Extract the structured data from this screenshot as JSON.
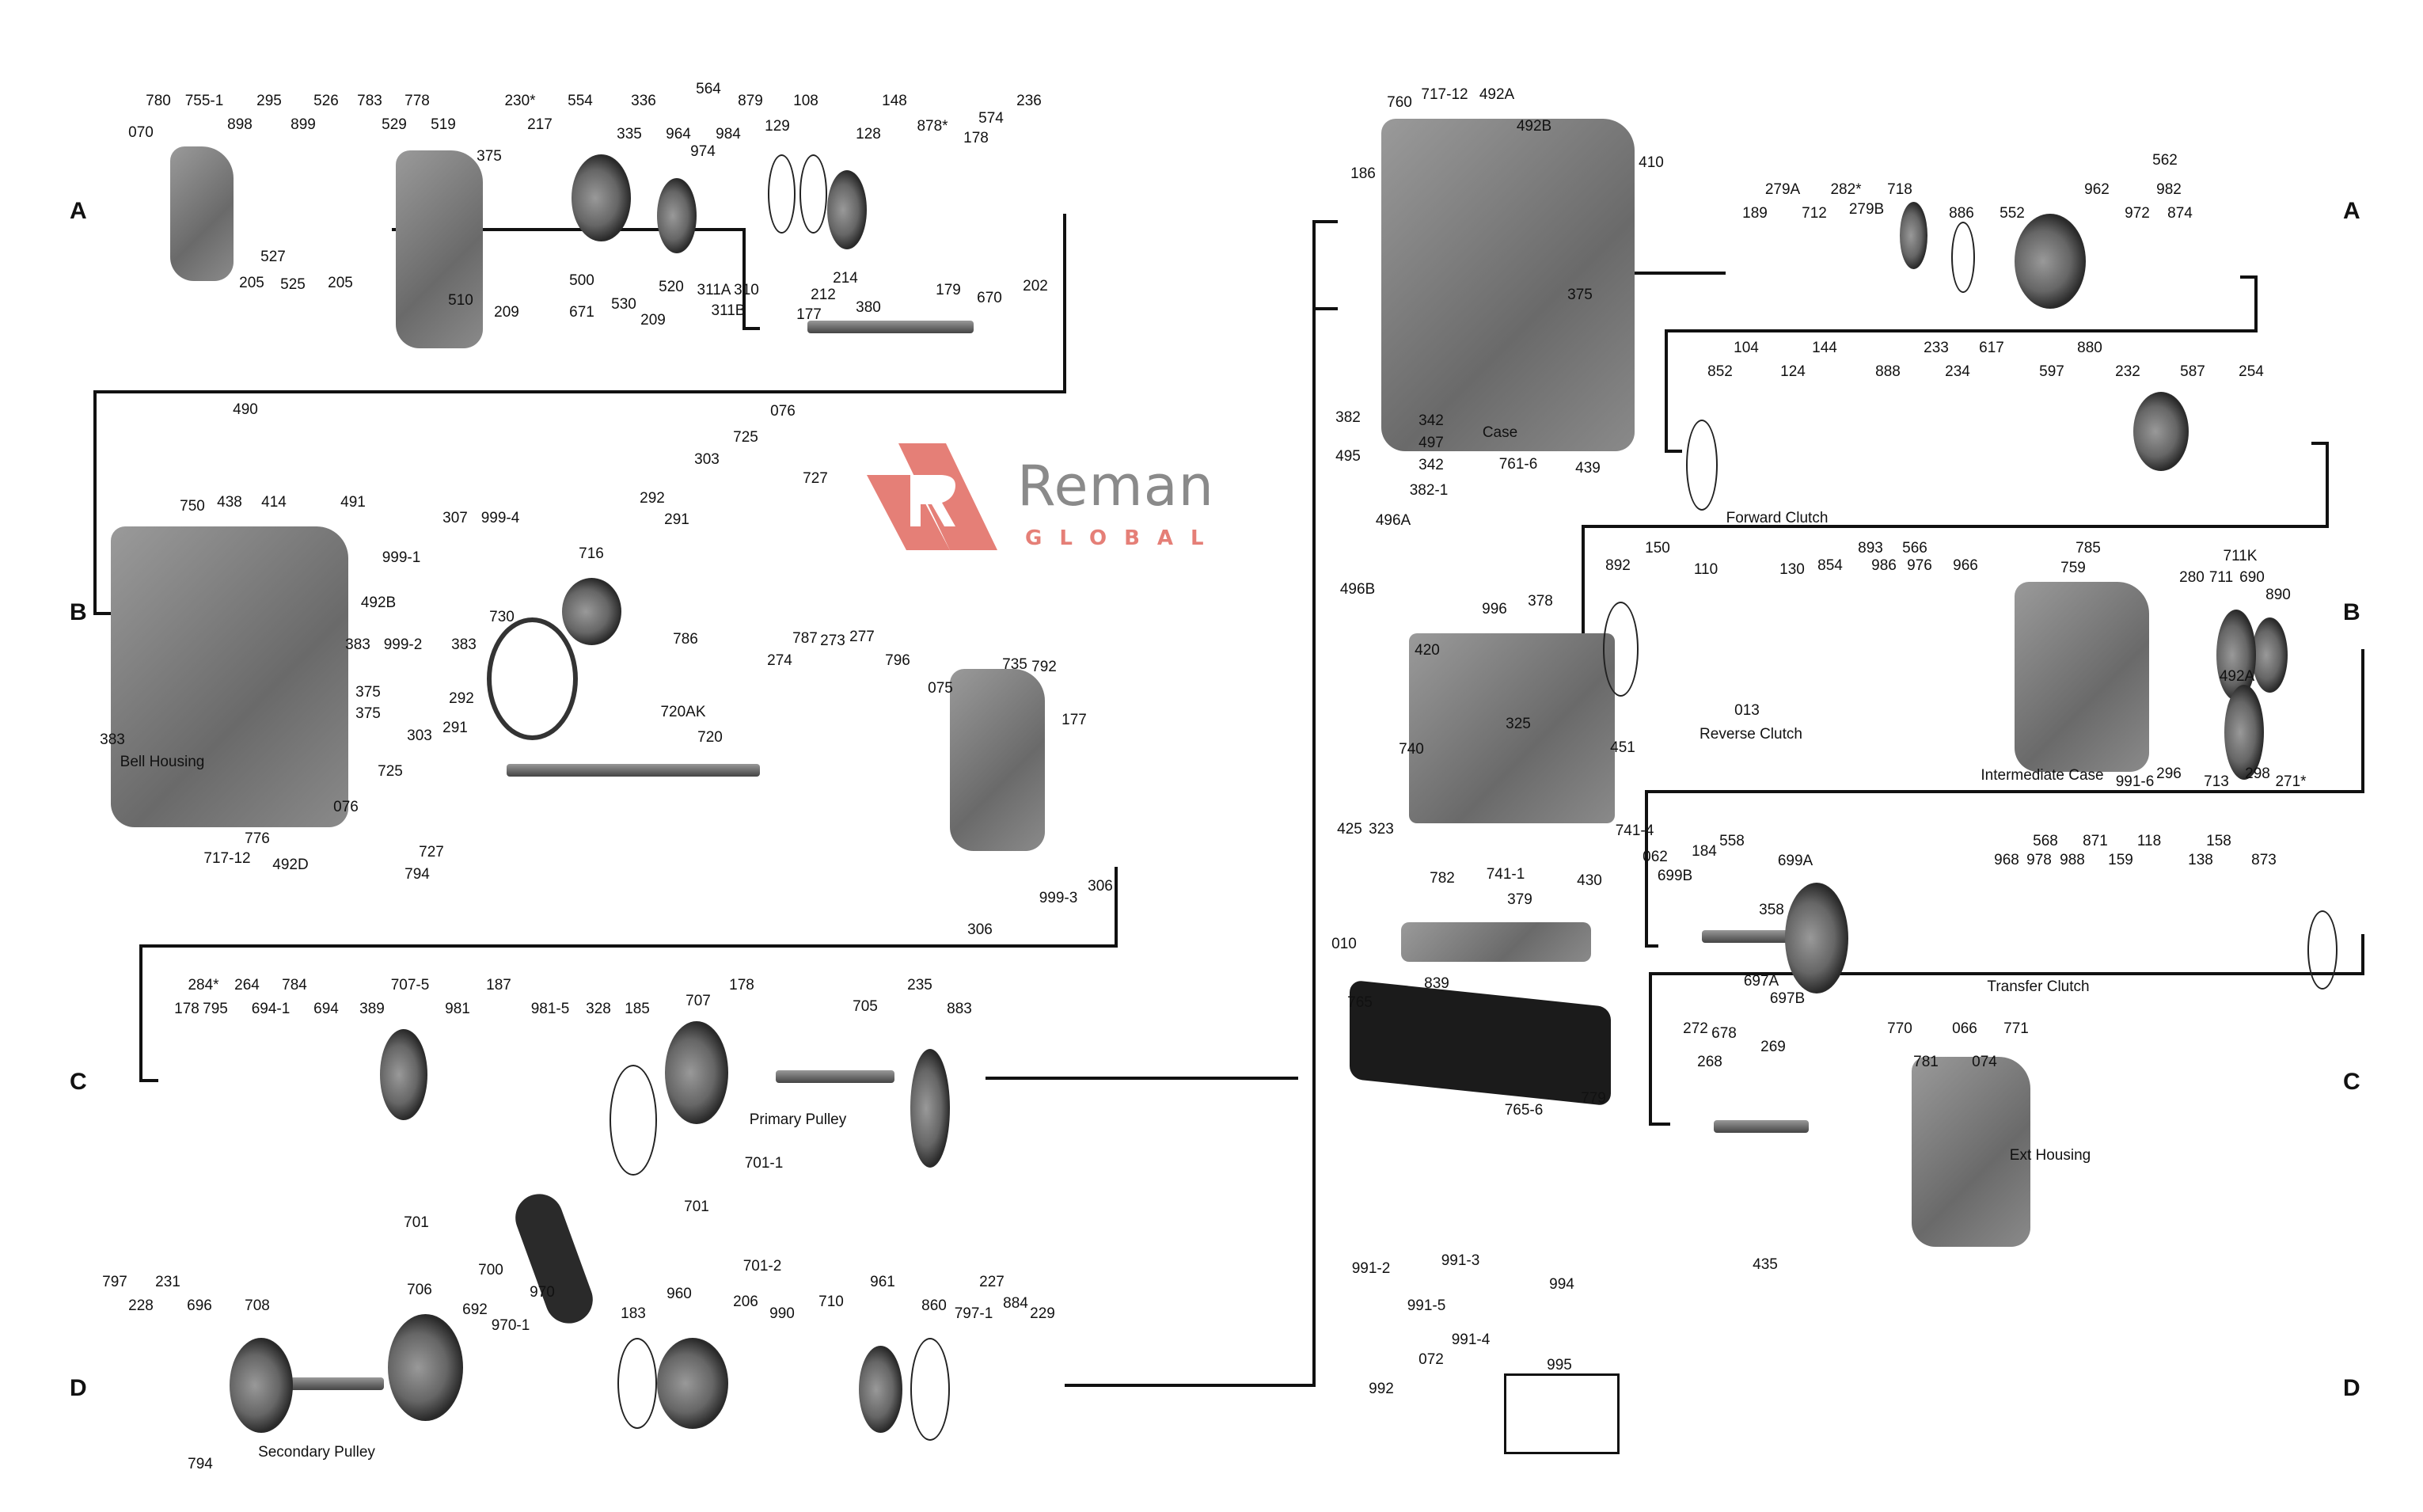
{
  "brand": {
    "name": "Reman",
    "subtitle": "GLOBAL",
    "accent_color": "#e57f77",
    "text_color": "#8a8a8a"
  },
  "rows": {
    "left": [
      "A",
      "B",
      "C",
      "D"
    ],
    "right": [
      "A",
      "B",
      "C",
      "D"
    ]
  },
  "captions": {
    "bell_housing": "Bell Housing",
    "case": "Case",
    "forward_clutch": "Forward Clutch",
    "reverse_clutch": "Reverse Clutch",
    "intermediate_case": "Intermediate Case",
    "transfer_clutch": "Transfer Clutch",
    "ext_housing": "Ext Housing",
    "primary_pulley": "Primary Pulley",
    "secondary_pulley": "Secondary Pulley"
  },
  "callouts": {
    "row_a_left": [
      "070",
      "780",
      "755-1",
      "898",
      "295",
      "899",
      "526",
      "783",
      "529",
      "778",
      "519",
      "375",
      "230*",
      "217",
      "554",
      "335",
      "336",
      "564",
      "964",
      "974",
      "984",
      "879",
      "129",
      "108",
      "128",
      "148",
      "878*",
      "178",
      "574",
      "236",
      "527",
      "525",
      "205",
      "205",
      "500",
      "510",
      "209",
      "671",
      "530",
      "209",
      "520",
      "311A",
      "311B",
      "310",
      "177",
      "212",
      "214",
      "380",
      "179",
      "670",
      "202"
    ],
    "row_b_left": [
      "490",
      "750",
      "438",
      "414",
      "491",
      "307",
      "999-4",
      "999-1",
      "492B",
      "383",
      "999-2",
      "383",
      "375",
      "375",
      "383",
      "716",
      "730",
      "786",
      "292",
      "291",
      "303",
      "725",
      "076",
      "727",
      "720AK",
      "720",
      "292",
      "291",
      "303",
      "725",
      "076",
      "727",
      "794",
      "717-12",
      "776",
      "492D",
      "274",
      "787",
      "273",
      "277",
      "796",
      "075",
      "735",
      "792",
      "177",
      "999-3",
      "306",
      "306"
    ],
    "row_c_left": [
      "178",
      "284*",
      "795",
      "264",
      "694-1",
      "784",
      "694",
      "389",
      "707-5",
      "981",
      "187",
      "981-5",
      "328",
      "185",
      "707",
      "178",
      "705",
      "235",
      "883",
      "701",
      "700",
      "701",
      "701-1",
      "701-2"
    ],
    "row_d_left": [
      "797",
      "228",
      "231",
      "696",
      "708",
      "794",
      "706",
      "692",
      "970-1",
      "970",
      "183",
      "960",
      "206",
      "990",
      "710",
      "961",
      "860",
      "797-1",
      "227",
      "884",
      "229"
    ],
    "case_group": [
      "760",
      "717-12",
      "492A",
      "492B",
      "410",
      "186",
      "375",
      "382",
      "342",
      "497",
      "342",
      "495",
      "382-1",
      "761-6",
      "439",
      "496A",
      "496B",
      "996",
      "378"
    ],
    "valve_body": [
      "420",
      "325",
      "451",
      "740",
      "425",
      "323",
      "741-4",
      "782",
      "741-1",
      "430",
      "379",
      "010",
      "839",
      "765",
      "779",
      "765-6"
    ],
    "shift_linkage": [
      "991-2",
      "991-3",
      "994",
      "991-5",
      "991-4",
      "072",
      "992",
      "995"
    ],
    "row_a_right": [
      "189",
      "279A",
      "712",
      "282*",
      "279B",
      "718",
      "886",
      "552",
      "562",
      "962",
      "972",
      "982",
      "874",
      "852",
      "104",
      "124",
      "144",
      "888",
      "233",
      "234",
      "617",
      "597",
      "880",
      "232",
      "587",
      "254"
    ],
    "row_b_right": [
      "892",
      "150",
      "110",
      "130",
      "854",
      "893",
      "566",
      "986",
      "976",
      "966",
      "785",
      "759",
      "711K",
      "280",
      "711",
      "690",
      "890",
      "492A",
      "013",
      "991-6",
      "296",
      "713",
      "298",
      "271*"
    ],
    "row_c_right": [
      "062",
      "699B",
      "184",
      "558",
      "358",
      "699A",
      "697A",
      "697B",
      "568",
      "968",
      "978",
      "988",
      "871",
      "159",
      "118",
      "138",
      "158",
      "873",
      "272",
      "268",
      "678",
      "269",
      "770",
      "781",
      "066",
      "074",
      "771",
      "435"
    ]
  }
}
